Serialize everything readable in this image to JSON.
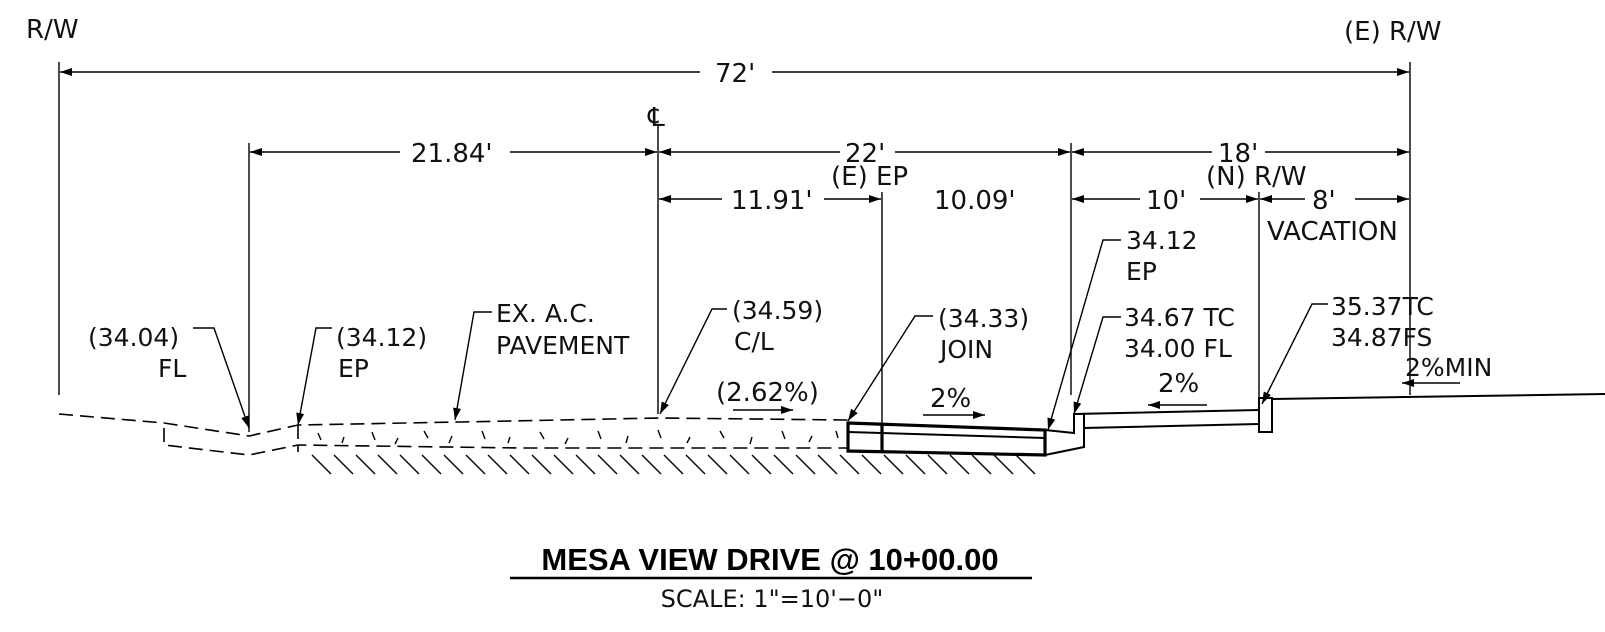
{
  "labels": {
    "rw_left": "R/W",
    "rw_right": "(E) R/W",
    "centerline": "℄",
    "e_ep": "(E) EP",
    "n_rw": "(N) R/W",
    "vacation": "VACATION"
  },
  "dimensions": {
    "overall": "72'",
    "d_21_84": "21.84'",
    "d_22": "22'",
    "d_18": "18'",
    "d_11_91": "11.91'",
    "d_10_09": "10.09'",
    "d_10": "10'",
    "d_8": "8'"
  },
  "callouts": {
    "fl_elev": "(34.04)",
    "fl": "FL",
    "ep_elev": "(34.12)",
    "ep": "EP",
    "ex_ac_1": "EX. A.C.",
    "ex_ac_2": "PAVEMENT",
    "cl_elev": "(34.59)",
    "cl": "C/L",
    "join_elev": "(34.33)",
    "join": "JOIN",
    "ep2_elev": "34.12",
    "ep2": "EP",
    "tc_line": "34.67  TC",
    "fl_line": "34.00  FL",
    "tc2_line": "35.37TC",
    "fs_line": "34.87FS"
  },
  "slopes": {
    "slope_ex": "(2.62%)",
    "slope_new": "2%",
    "slope_sw": "2%",
    "slope_min": "2%MIN"
  },
  "title": {
    "main": "MESA VIEW DRIVE @ 10+00.00",
    "scale": "SCALE:  1\"=10'−0\""
  }
}
